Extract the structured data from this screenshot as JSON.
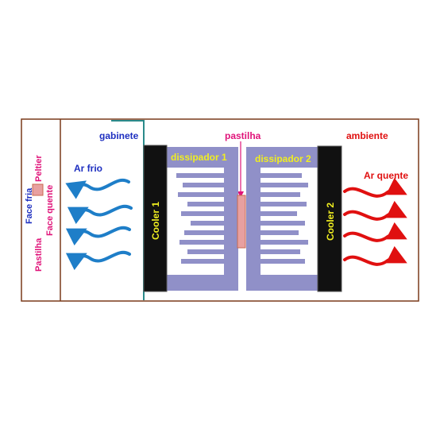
{
  "legend": {
    "pastilha": "Pastilha",
    "peltier": "Peltier",
    "face_fria": "Face fria",
    "face_quente": "Face quente"
  },
  "labels": {
    "gabinete": "gabinete",
    "pastilha": "pastilha",
    "ambiente": "ambiente",
    "ar_frio": "Ar frio",
    "ar_quente": "Ar quente",
    "dissipador_1": "dissipador 1",
    "dissipador_2": "dissipador 2",
    "cooler_1": "Cooler 1",
    "cooler_2": "Cooler 2"
  },
  "colors": {
    "frame": "#7a3a1a",
    "pink_text": "#e0147a",
    "blue_text": "#1e2fc0",
    "red_text": "#e01010",
    "yellow_text": "#f0ee20",
    "heatsink": "#9090c8",
    "cooler": "#111111",
    "pastilha_fill": "#e8a0a0",
    "pastilha_border": "#c86a50",
    "cold_arrow": "#1e7ec8",
    "hot_arrow": "#e01010",
    "cabinet_edge": "#2a8a8a"
  }
}
